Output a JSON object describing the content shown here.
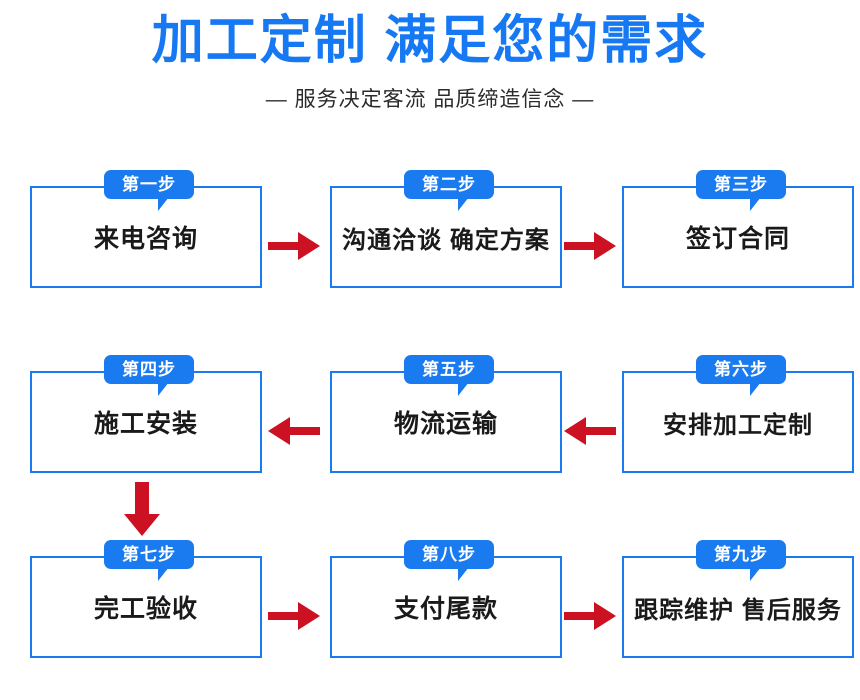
{
  "header": {
    "title": "加工定制 满足您的需求",
    "subtitle": "— 服务决定客流 品质缔造信念 —"
  },
  "colors": {
    "brand_blue": "#1678f2",
    "box_border_blue": "#1a7af0",
    "badge_blue": "#1a7af0",
    "arrow_red": "#cc1122",
    "text_dark": "#1a1a1a",
    "subtitle_gray": "#2b2b2b",
    "background": "#ffffff"
  },
  "flow": {
    "rows": [
      {
        "direction": "right",
        "steps": [
          {
            "badge": "第一步",
            "label": "来电咨询"
          },
          {
            "badge": "第二步",
            "label": "沟通洽谈 确定方案"
          },
          {
            "badge": "第三步",
            "label": "签订合同"
          }
        ],
        "connectors": [
          "arrow-right-icon",
          "arrow-right-icon"
        ]
      },
      {
        "direction": "left",
        "steps": [
          {
            "badge": "第四步",
            "label": "施工安装"
          },
          {
            "badge": "第五步",
            "label": "物流运输"
          },
          {
            "badge": "第六步",
            "label": "安排加工定制"
          }
        ],
        "connectors": [
          "arrow-left-icon",
          "arrow-left-icon"
        ]
      },
      {
        "direction": "right",
        "steps": [
          {
            "badge": "第七步",
            "label": "完工验收"
          },
          {
            "badge": "第八步",
            "label": "支付尾款"
          },
          {
            "badge": "第九步",
            "label": "跟踪维护 售后服务"
          }
        ],
        "connectors": [
          "arrow-right-icon",
          "arrow-right-icon"
        ]
      }
    ],
    "vertical_connector": "arrow-down-icon"
  }
}
